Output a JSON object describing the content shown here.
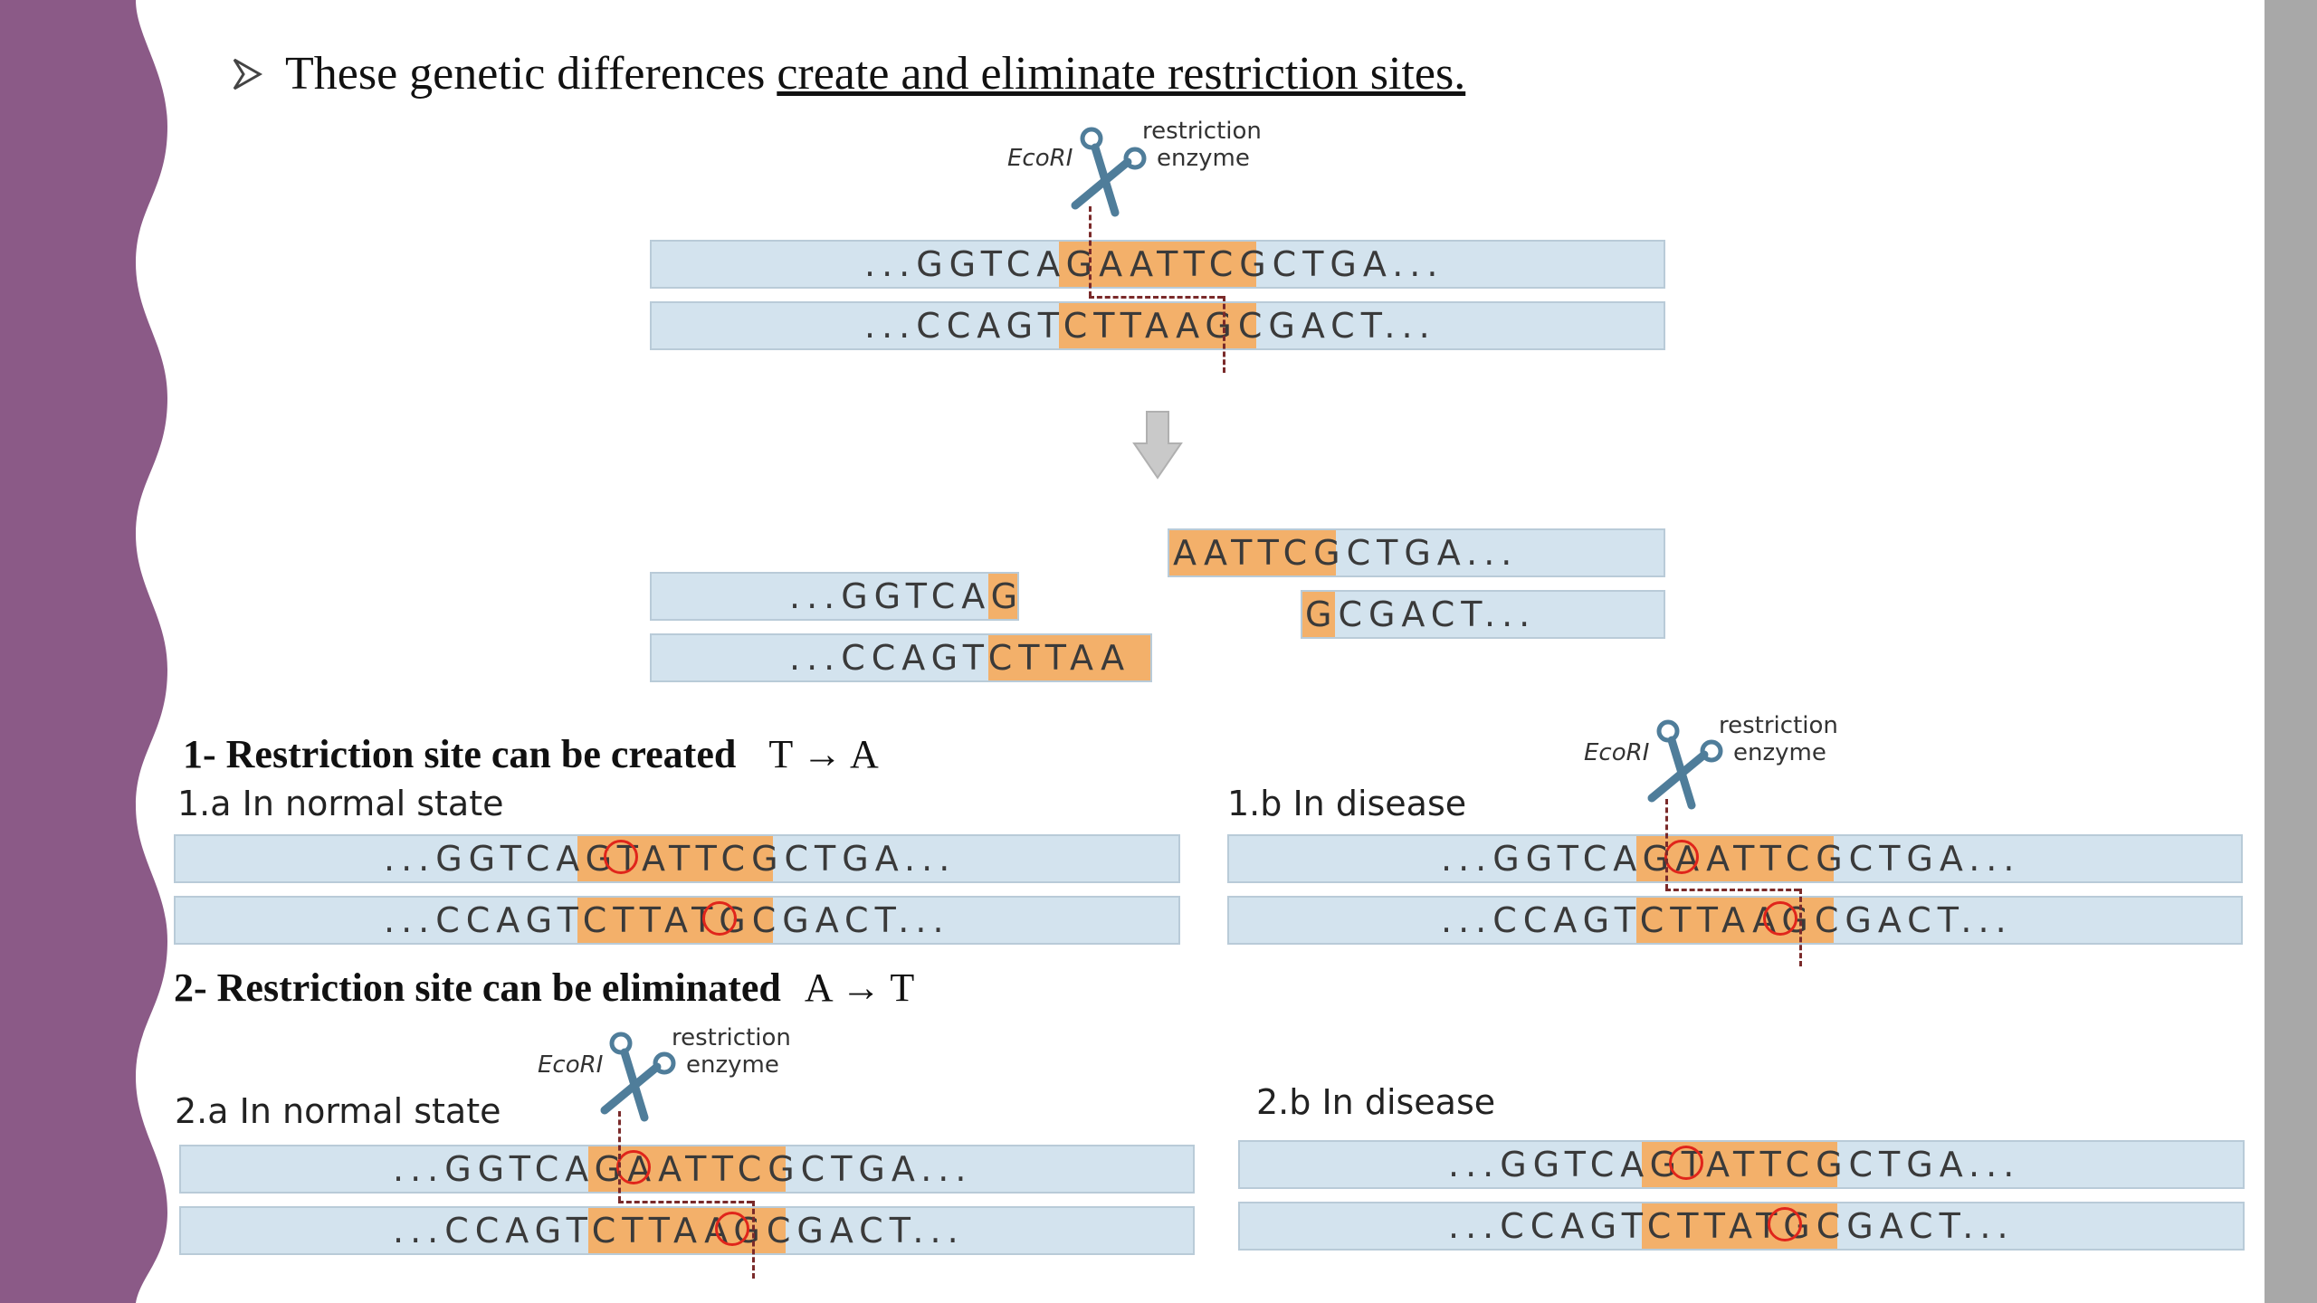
{
  "title": {
    "prefix": "These genetic differences ",
    "underlined": "create and eliminate restriction sites."
  },
  "enzyme": {
    "name": "EcoRI",
    "label_line1": "restriction",
    "label_line2": "enzyme"
  },
  "colors": {
    "strand": "#d3e3ee",
    "site": "#f3b06a",
    "mutation_ring": "#e0251b",
    "sidebar": "#8b5a87",
    "right_bar": "#a8a8a8"
  },
  "top_example": {
    "top_strand": "...GGTCAGAATTCGCTGA...",
    "bottom_strand": "...CCAGTCTTAAGCGACT...",
    "left_fragment_top": "...GGTCAG",
    "left_fragment_bottom": "...CCAGTCTTAA",
    "right_fragment_top": "AATTCGCTGA...",
    "right_fragment_bottom": "GCGACT..."
  },
  "section1": {
    "heading": "1- Restriction site can be created",
    "change": "T → A",
    "normal_label": "1.a In normal state",
    "disease_label": "1.b In disease",
    "normal_top": "...GGTCAGTATTCGCTGA...",
    "normal_bottom": "...CCAGTCTTATGCGACT...",
    "disease_top": "...GGTCAGAATTCGCTGA...",
    "disease_bottom": "...CCAGTCTTAAGCGACT..."
  },
  "section2": {
    "heading": "2- Restriction site can be eliminated",
    "change": "A → T",
    "normal_label": "2.a In normal state",
    "disease_label": "2.b In disease",
    "normal_top": "...GGTCAGAATTCGCTGA...",
    "normal_bottom": "...CCAGTCTTAAGCGACT...",
    "disease_top": "...GGTCAGTATTCGCTGA...",
    "disease_bottom": "...CCAGTCTTATGCGACT..."
  }
}
